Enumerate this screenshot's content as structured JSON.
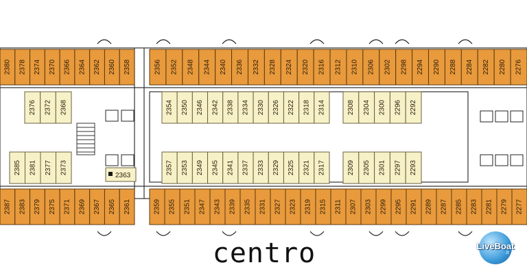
{
  "title": "centro",
  "logo": {
    "text": "LiveBoat",
    "suffix": ".it"
  },
  "rows": {
    "top_outer": [
      "2380",
      "2378",
      "2374",
      "2370",
      "2366",
      "2364",
      "2362",
      "2360",
      "2358",
      "2356",
      "2352",
      "2348",
      "2344",
      "2340",
      "2336",
      "2332",
      "2328",
      "2324",
      "2320",
      "2316",
      "2312",
      "2310",
      "2306",
      "2302",
      "2298",
      "2294",
      "2290",
      "2288",
      "2284",
      "2282",
      "2280",
      "2276"
    ],
    "inner_upper_left": [
      "2376",
      "2372",
      "2368"
    ],
    "inner_upper_mid": [
      "2354",
      "2350",
      "2346",
      "2342",
      "2338",
      "2334",
      "2330",
      "2326",
      "2322",
      "2318",
      "2314"
    ],
    "inner_upper_right": [
      "2308",
      "2304",
      "2300",
      "2296",
      "2292"
    ],
    "inner_lower_left": [
      "2385",
      "2381",
      "2377",
      "2373"
    ],
    "inner_lower_mid": [
      "2357",
      "2353",
      "2349",
      "2345",
      "2341",
      "2337",
      "2333",
      "2329",
      "2325",
      "2321",
      "2317"
    ],
    "inner_lower_right": [
      "2309",
      "2305",
      "2301",
      "2297",
      "2293"
    ],
    "bottom_outer": [
      "2387",
      "2383",
      "2379",
      "2375",
      "2371",
      "2369",
      "2367",
      "2365",
      "2361",
      "2359",
      "2355",
      "2351",
      "2347",
      "2343",
      "2339",
      "2335",
      "2331",
      "2327",
      "2323",
      "2319",
      "2315",
      "2311",
      "2307",
      "2303",
      "2299",
      "2295",
      "2291",
      "2289",
      "2287",
      "2285",
      "2283",
      "2281",
      "2279",
      "2277"
    ],
    "small_cabin": "2363"
  },
  "colors": {
    "outer": "#e89a3c",
    "inner": "#f7f1c8"
  }
}
